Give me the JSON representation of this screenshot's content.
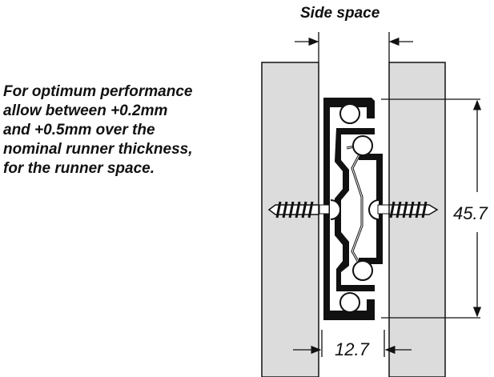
{
  "note": {
    "lines": [
      "For optimum performance",
      "allow between +0.2mm",
      "and +0.5mm over the",
      "nominal runner thickness,",
      "for the runner space."
    ]
  },
  "labels": {
    "side_space": "Side space",
    "height": "45.7",
    "thickness": "12.7"
  },
  "colors": {
    "panel": "#dcdcdd",
    "ink": "#111111"
  }
}
